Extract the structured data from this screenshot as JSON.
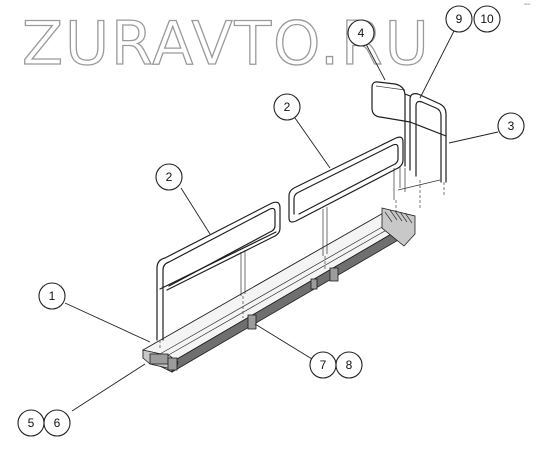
{
  "watermark": {
    "text": "ZURAVTO.RU"
  },
  "corner_mark": {
    "text": "ᵈᵒᵉ"
  },
  "diagram": {
    "parts": [
      {
        "part": "deck-platform",
        "callout": "1"
      },
      {
        "part": "railing-section",
        "callout": "2"
      },
      {
        "part": "railing-section",
        "callout": "2"
      },
      {
        "part": "end-railing",
        "callout": "3"
      },
      {
        "part": "handrail-loop",
        "callout": "4"
      },
      {
        "part": "end-fitting",
        "callout": "5"
      },
      {
        "part": "end-fitting",
        "callout": "6"
      },
      {
        "part": "mounting-bracket",
        "callout": "7"
      },
      {
        "part": "mounting-bracket",
        "callout": "8"
      },
      {
        "part": "fastener",
        "callout": "9"
      },
      {
        "part": "fastener",
        "callout": "10"
      }
    ]
  },
  "callouts": {
    "c1": "1",
    "c2a": "2",
    "c2b": "2",
    "c3": "3",
    "c4": "4",
    "c5": "5",
    "c6": "6",
    "c7": "7",
    "c8": "8",
    "c9": "9",
    "c10": "10"
  }
}
